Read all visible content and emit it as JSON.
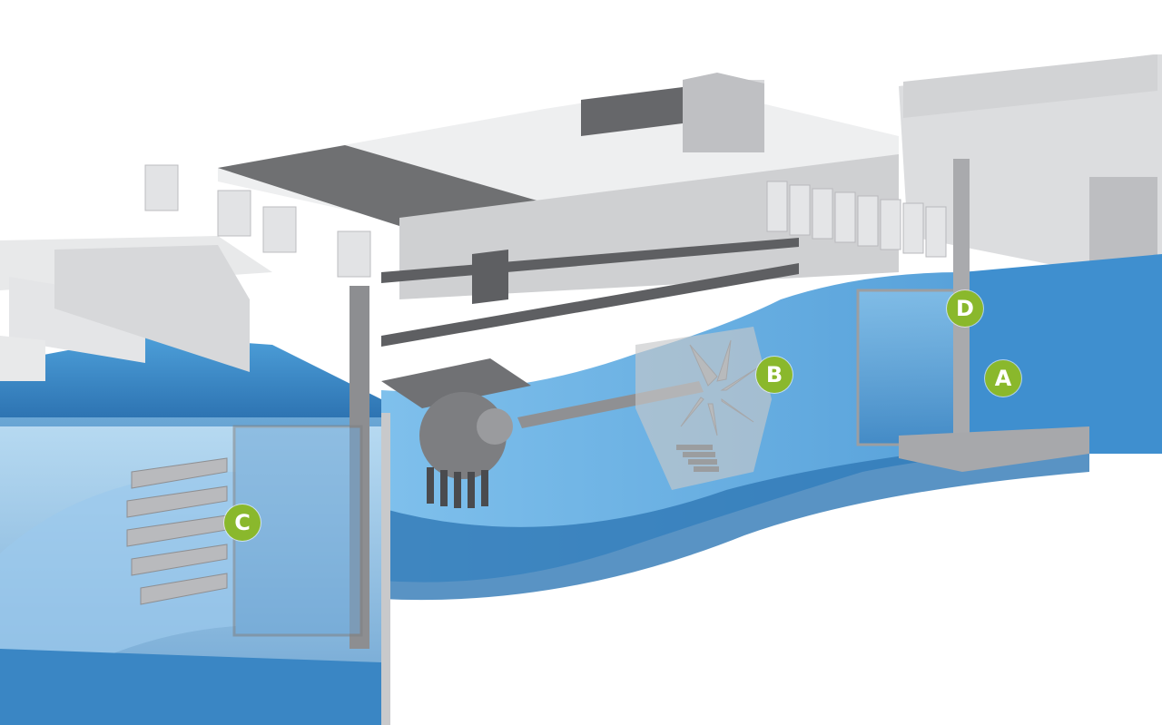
{
  "markers": {
    "a": "A",
    "b": "B",
    "c": "C",
    "d": "D"
  },
  "colors": {
    "water": "#5aa8df",
    "water_deep": "#2f78b5",
    "concrete": "#c9cacc",
    "concrete_light": "#e6e7e8",
    "roof_dark": "#6f7072",
    "marker": "#8ab82c"
  }
}
